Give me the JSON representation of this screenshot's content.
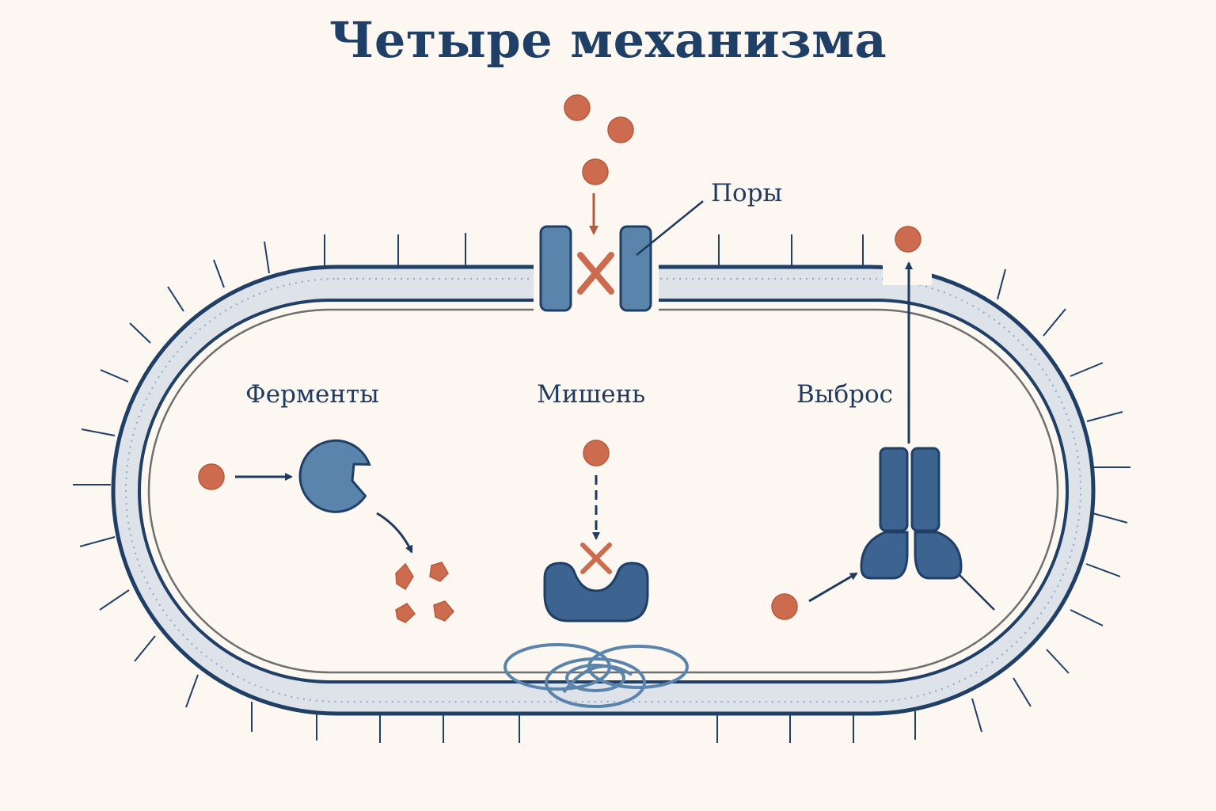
{
  "title": "Четыре механизма",
  "labels": {
    "pores": "Поры",
    "enzymes": "Ферменты",
    "target": "Мишень",
    "efflux": "Выброс"
  },
  "colors": {
    "background": "#fcf8f1",
    "title": "#1f3f66",
    "membrane_outline": "#1f3f66",
    "periplasm": "#dde3e8",
    "protein_light": "#5b84ad",
    "protein_dark": "#3d6391",
    "antibiotic": "#cd6b4e",
    "label": "#1f3a5e"
  },
  "icons": [
    "antibiotic-molecule",
    "blocked-cross",
    "enzyme-pacman",
    "target-receptor",
    "efflux-pump",
    "plasmid-dna"
  ]
}
